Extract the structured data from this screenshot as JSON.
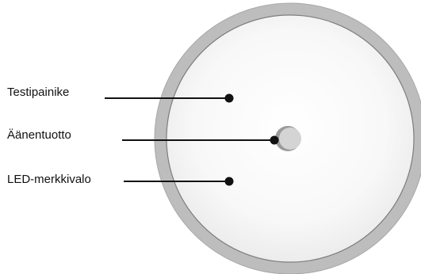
{
  "diagram": {
    "labels": {
      "test_button": "Testipainike",
      "sound_output": "Äänentuotto",
      "led_indicator": "LED-merkkivalo"
    },
    "colors": {
      "outer_ring": "#bdbdbd",
      "outer_ring_stroke": "#8f8f8f",
      "inner_face": "#f7f7f7",
      "inner_face_center": "#ffffff",
      "leader_line": "#111111",
      "sound_hole": "#d4d4d4",
      "sound_hole_shadow": "#9a9a9a"
    }
  }
}
